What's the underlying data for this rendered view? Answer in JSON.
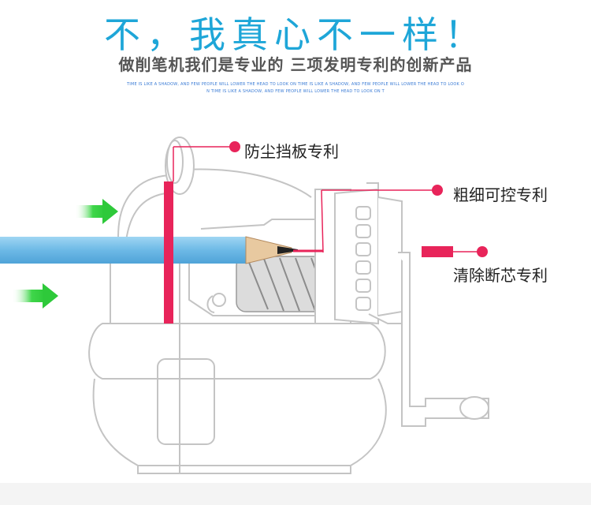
{
  "header": {
    "headline": "不，我真心不一样！",
    "subheadline": "做削笔机我们是专业的 三项发明专利的创新产品",
    "tiny_line_1": "TIME IS LIKE A SHADOW,  AND FEW PEOPLE WILL LOWER THE HEAD TO LOOK ON TIME IS LIKE A SHADOW,  AND FEW PEOPLE WILL LOWER THE HEAD TO LOOK O",
    "tiny_line_2": "N TIME IS LIKE A SHADOW,  AND FEW PEOPLE WILL LOWER THE HEAD TO LOOK ON T"
  },
  "callouts": [
    {
      "label": "防尘挡板专利"
    },
    {
      "label": "粗细可控专利"
    },
    {
      "label": "清除断芯专利"
    }
  ],
  "colors": {
    "headline": "#1ea6d8",
    "accent": "#e8245a",
    "pencil": "#7fc3ea",
    "arrow": "#3fd64a",
    "outline": "#bfbfbf"
  }
}
